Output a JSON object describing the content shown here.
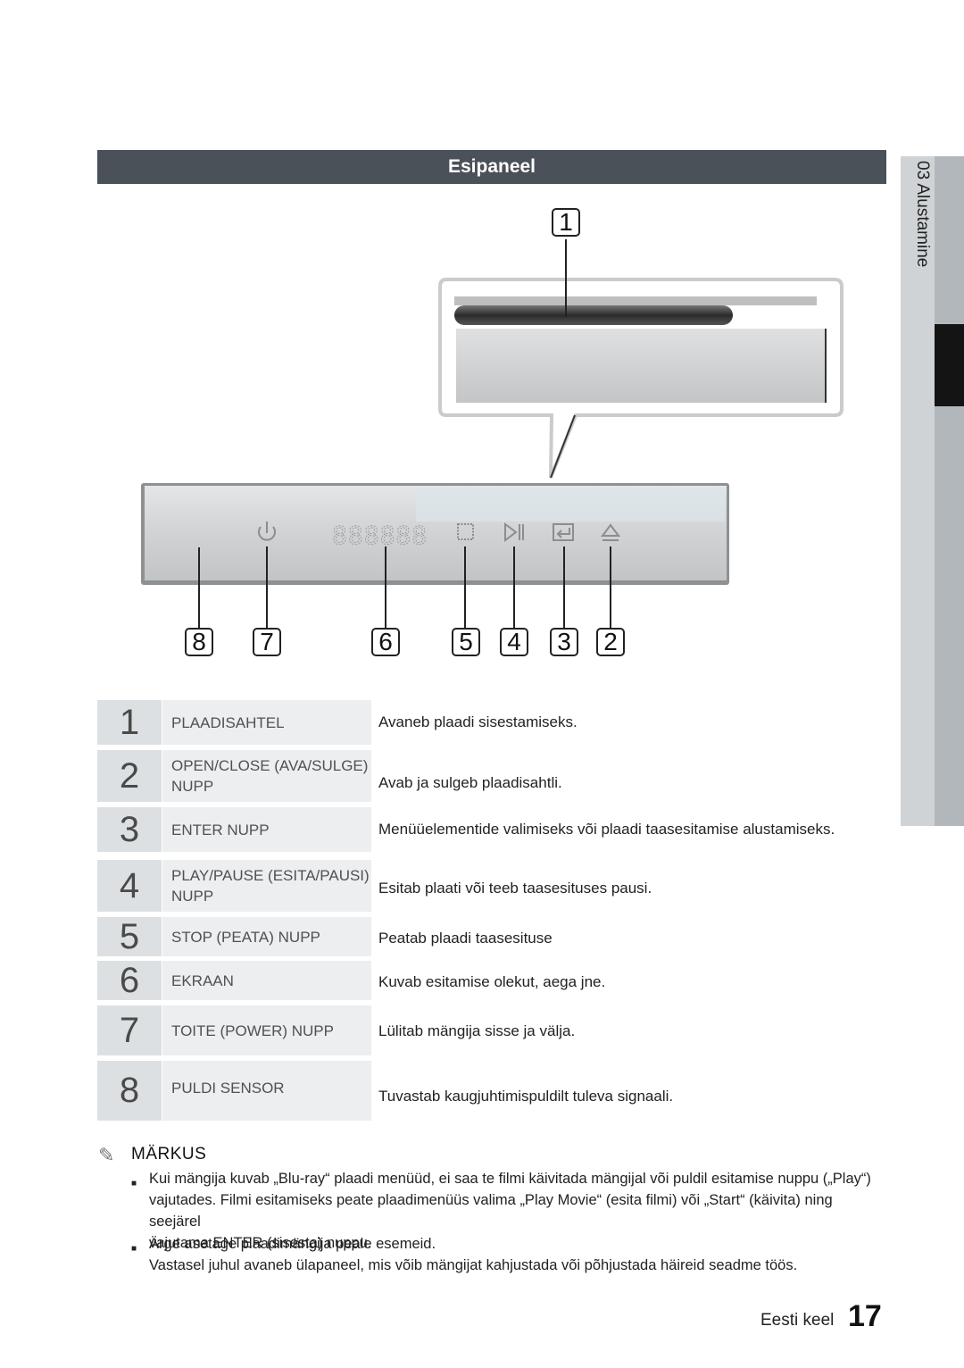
{
  "section_title": "Esipaneel",
  "side_tab": {
    "label": "03 Alustamine"
  },
  "callouts": [
    "1",
    "8",
    "7",
    "6",
    "5",
    "4",
    "3",
    "2"
  ],
  "display_text": "888888",
  "features": [
    {
      "num": "1",
      "name_lines": [
        "PLAADISAHTEL"
      ],
      "desc": "Avaneb plaadi sisestamiseks."
    },
    {
      "num": "2",
      "name_lines": [
        "OPEN/CLOSE (AVA/SULGE)",
        "NUPP"
      ],
      "desc": "Avab ja sulgeb plaadisahtli."
    },
    {
      "num": "3",
      "name_lines": [
        "ENTER NUPP"
      ],
      "desc": "Menüüelementide valimiseks või plaadi taasesitamise alustamiseks."
    },
    {
      "num": "4",
      "name_lines": [
        "PLAY/PAUSE (ESITA/PAUSI)",
        "NUPP"
      ],
      "desc": "Esitab plaati või teeb taasesituses pausi."
    },
    {
      "num": "5",
      "name_lines": [
        "STOP (PEATA) NUPP"
      ],
      "desc": "Peatab plaadi taasesituse"
    },
    {
      "num": "6",
      "name_lines": [
        "EKRAAN"
      ],
      "desc": "Kuvab esitamise olekut, aega jne."
    },
    {
      "num": "7",
      "name_lines": [
        "TOITE (POWER) NUPP"
      ],
      "desc": "Lülitab mängija sisse ja välja."
    },
    {
      "num": "8",
      "name_lines": [
        "PULDI SENSOR"
      ],
      "desc": "Tuvastab kaugjuhtimispuldilt tuleva signaali."
    }
  ],
  "note": {
    "title": "MÄRKUS",
    "items": [
      [
        "Kui mängija kuvab „Blu-ray“ plaadi menüüd, ei saa te filmi käivitada mängijal või puldil esitamise nuppu („Play“)",
        "vajutades. Filmi esitamiseks peate plaadimenüüs valima „Play Movie“ (esita filmi) või „Start“ (käivita) ning seejärel",
        "vajutama ENTER (sisesta) nuppu."
      ],
      [
        "Ärge asetage plaadimängija peale esemeid.",
        "Vastasel juhul avaneb ülapaneel, mis võib mängijat kahjustada või põhjustada häireid seadme töös."
      ]
    ]
  },
  "footer": {
    "language": "Eesti keel",
    "page": "17"
  }
}
